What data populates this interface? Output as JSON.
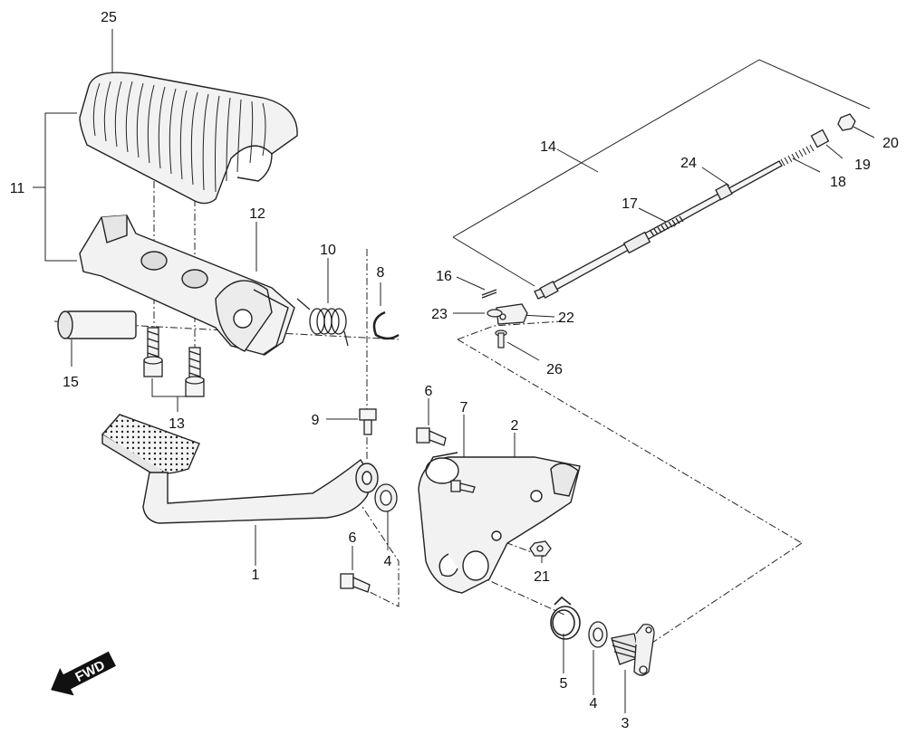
{
  "diagram": {
    "callouts": [
      "1",
      "2",
      "3",
      "4",
      "4",
      "5",
      "6",
      "6",
      "7",
      "8",
      "9",
      "10",
      "11",
      "12",
      "13",
      "14",
      "15",
      "16",
      "17",
      "18",
      "19",
      "20",
      "21",
      "22",
      "23",
      "24",
      "25",
      "26"
    ],
    "direction_label": "FWD"
  },
  "parts": [
    {
      "name": "brake-pedal-arm"
    },
    {
      "name": "pedal-bracket-plate"
    },
    {
      "name": "brake-shaft-lever"
    },
    {
      "name": "washer"
    },
    {
      "name": "return-spring"
    },
    {
      "name": "flange-bolt"
    },
    {
      "name": "bracket-screw"
    },
    {
      "name": "e-clip"
    },
    {
      "name": "pivot-bolt"
    },
    {
      "name": "torsion-spring"
    },
    {
      "name": "footrest-assembly"
    },
    {
      "name": "footrest-bracket"
    },
    {
      "name": "socket-bolts"
    },
    {
      "name": "brake-cable-assembly"
    },
    {
      "name": "footrest-pin"
    },
    {
      "name": "cotter-pin"
    },
    {
      "name": "cable-adjuster"
    },
    {
      "name": "cable-spring"
    },
    {
      "name": "cable-collar"
    },
    {
      "name": "adjusting-nut"
    },
    {
      "name": "hex-nut"
    },
    {
      "name": "clevis-joint"
    },
    {
      "name": "clevis-washer"
    },
    {
      "name": "cable-boot"
    },
    {
      "name": "footrest-rubber"
    },
    {
      "name": "clevis-pin"
    }
  ]
}
